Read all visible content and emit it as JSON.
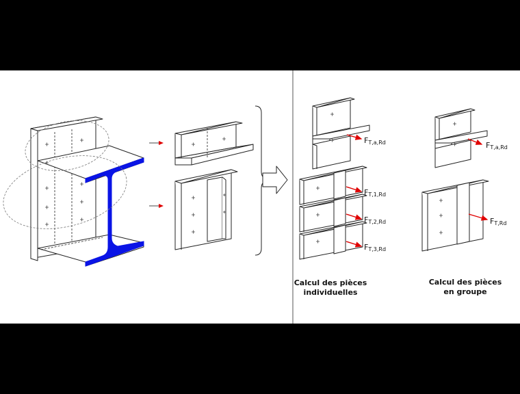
{
  "captions": {
    "individual": {
      "line1": "Calcul des pièces",
      "line2": "individuelles"
    },
    "group": {
      "line1": "Calcul des pièces",
      "line2": "en groupe"
    }
  },
  "forces": {
    "top_individual": {
      "main": "F",
      "sub": "T,a,Rd"
    },
    "row1": {
      "main": "F",
      "sub": "T,1,Rd"
    },
    "row2": {
      "main": "F",
      "sub": "T,2,Rd"
    },
    "row3": {
      "main": "F",
      "sub": "T,3,Rd"
    },
    "top_group": {
      "main": "F",
      "sub": "T,a,Rd"
    },
    "group": {
      "main": "F",
      "sub": "T,Rd"
    }
  },
  "colors": {
    "beam_section": "#0a14e6",
    "force_arrow": "#e00000",
    "background": "#ffffff",
    "frame": "#000000"
  }
}
